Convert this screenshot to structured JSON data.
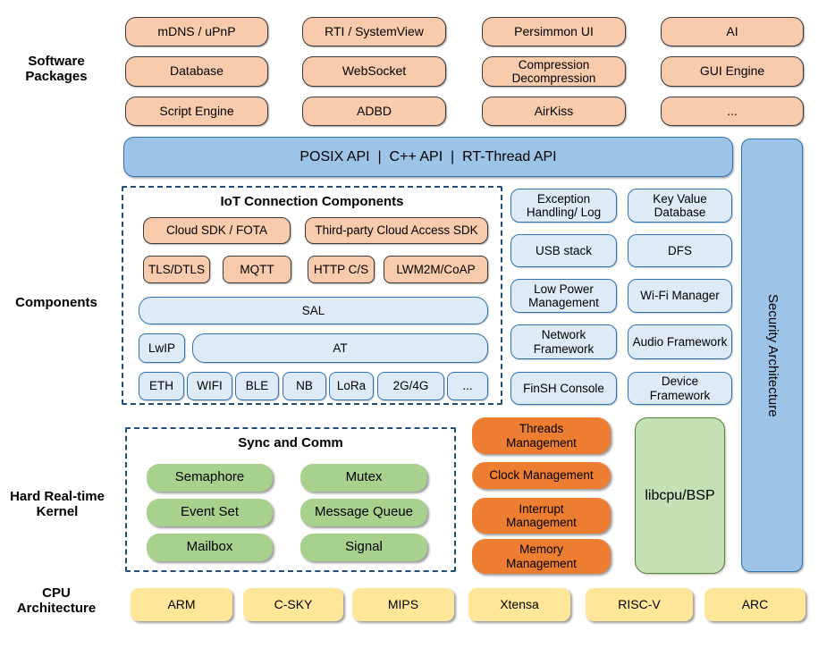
{
  "section_labels": {
    "software_packages": "Software Packages",
    "components": "Components",
    "kernel": "Hard Real-time Kernel",
    "cpu": "CPU Architecture"
  },
  "software_packages": {
    "items": [
      "mDNS / uPnP",
      "RTI / SystemView",
      "Persimmon UI",
      "AI",
      "Database",
      "WebSocket",
      "Compression Decompression",
      "GUI Engine",
      "Script Engine",
      "ADBD",
      "AirKiss",
      "..."
    ]
  },
  "api_bar": {
    "label": "POSIX API  |  C++ API  |  RT-Thread API"
  },
  "security": {
    "label": "Security Architecture"
  },
  "iot": {
    "title": "IoT Connection Components",
    "row1": [
      "Cloud SDK / FOTA",
      "Third-party Cloud Access SDK"
    ],
    "row2": [
      "TLS/DTLS",
      "MQTT",
      "HTTP C/S",
      "LWM2M/CoAP"
    ],
    "sal": "SAL",
    "lwip": "LwIP",
    "at": "AT",
    "links": [
      "ETH",
      "WIFI",
      "BLE",
      "NB",
      "LoRa",
      "2G/4G",
      "..."
    ]
  },
  "services": {
    "items": [
      "Exception Handling/ Log",
      "Key Value Database",
      "USB stack",
      "DFS",
      "Low Power Management",
      "Wi-Fi Manager",
      "Network Framework",
      "Audio Framework",
      "FinSH Console",
      "Device Framework"
    ]
  },
  "kernel": {
    "sync_title": "Sync and Comm",
    "sync_items": [
      "Semaphore",
      "Mutex",
      "Event Set",
      "Message Queue",
      "Mailbox",
      "Signal"
    ],
    "mgmt_items": [
      "Threads Management",
      "Clock Management",
      "Interrupt Management",
      "Memory Management"
    ],
    "libcpu": "libcpu/BSP"
  },
  "cpu": {
    "items": [
      "ARM",
      "C-SKY",
      "MIPS",
      "Xtensa",
      "RISC-V",
      "ARC"
    ]
  },
  "colors": {
    "package_fill": "#F8CBAD",
    "package_border": "#3a3a3a",
    "api_fill": "#9DC3E6",
    "api_border": "#2E74B5",
    "component_fill": "#DEEBF7",
    "dashed_border": "#1F4E79",
    "sync_fill": "#A9D18E",
    "mgmt_fill": "#ED7D31",
    "libcpu_fill": "#C5E0B4",
    "libcpu_border": "#538135",
    "cpu_fill": "#FFE699"
  }
}
